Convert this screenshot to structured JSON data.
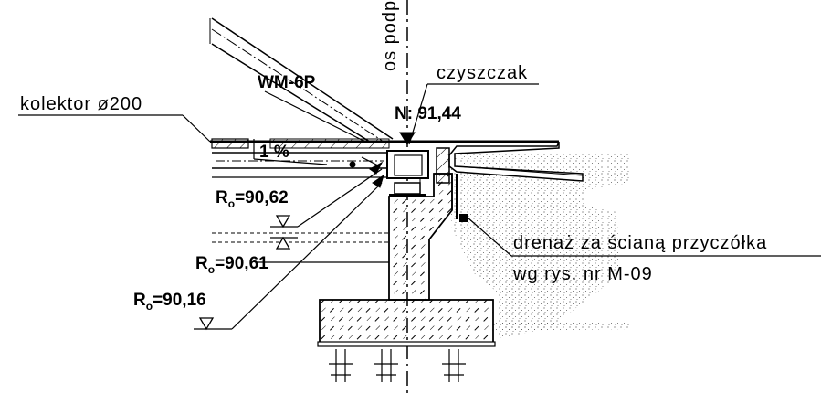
{
  "drawing": {
    "axis_label": "os podp",
    "labels": {
      "collector": "kolektor ø200",
      "wm": "WM-6P",
      "cleaner": "czyszczak",
      "level_n": "N: 91,44",
      "slope": "1 %",
      "drain_line1": "drenaż za ścianą przyczółka",
      "drain_line2": "wg rys. nr M-09"
    },
    "levels": {
      "r1": {
        "main": "R",
        "sub": "o",
        "value": "=90,62"
      },
      "r2": {
        "main": "R",
        "sub": "o",
        "value": "=90,61"
      },
      "r3": {
        "main": "R",
        "sub": "o",
        "value": "=90,16"
      }
    }
  },
  "colors": {
    "ink": "#000000",
    "paper": "#ffffff",
    "stipple": "#555555"
  }
}
